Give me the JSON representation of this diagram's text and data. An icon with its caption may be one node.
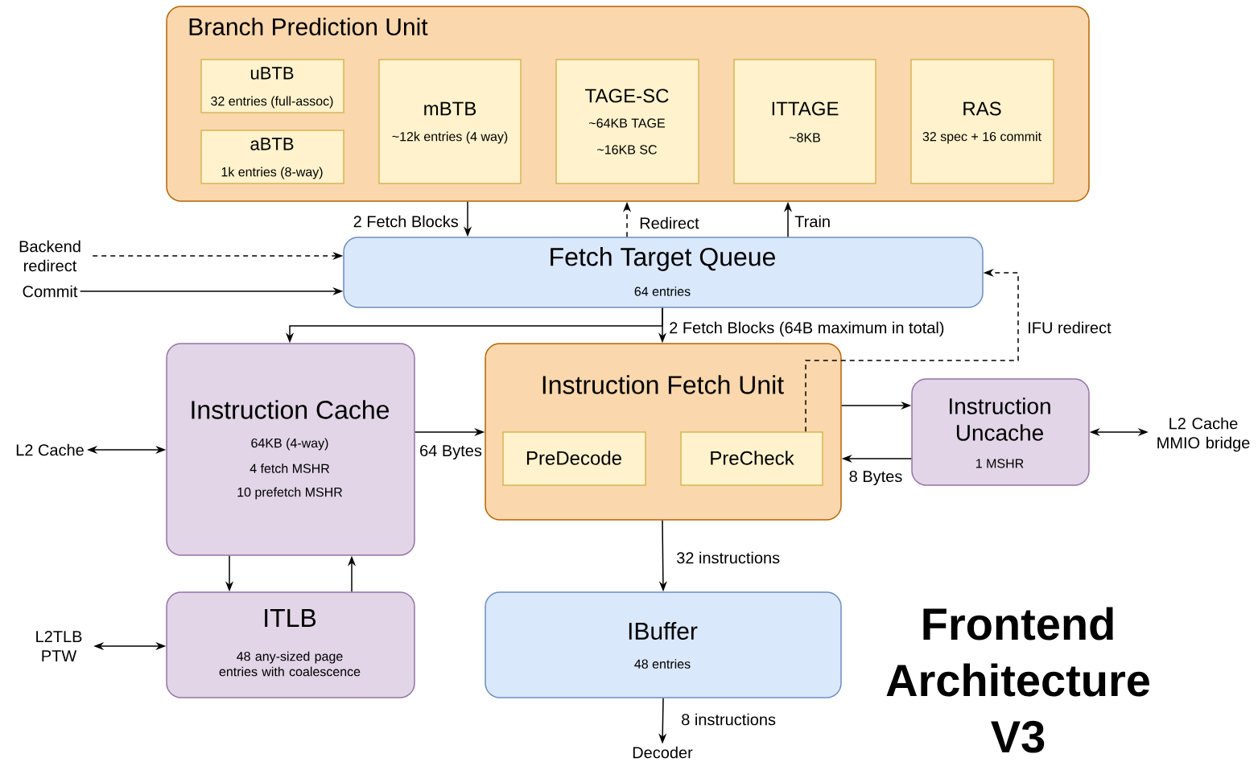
{
  "diagram": {
    "title": "Frontend Architecture V3",
    "nodes": [
      {
        "text": [
          "Branch Prediction Unit"
        ]
      },
      {
        "text": [
          "uBTB",
          "32 entries (full-assoc)"
        ],
        "in": 0
      },
      {
        "text": [
          "aBTB",
          "1k entries (8-way)"
        ],
        "in": 0
      },
      {
        "text": [
          "mBTB",
          "~12k entries (4 way)"
        ],
        "in": 0
      },
      {
        "text": [
          "TAGE-SC",
          "~64KB TAGE",
          "~16KB SC"
        ],
        "in": 0
      },
      {
        "text": [
          "ITTAGE",
          "~8KB"
        ],
        "in": 0
      },
      {
        "text": [
          "RAS",
          "32 spec + 16 commit"
        ],
        "in": 0
      },
      {
        "text": [
          "Fetch Target Queue",
          "64 entries"
        ]
      },
      {
        "text": [
          "Backend redirect"
        ]
      },
      {
        "text": [
          "Commit"
        ]
      },
      {
        "text": [
          "Instruction Cache",
          "64KB (4-way)",
          "4 fetch MSHR",
          "10 prefetch MSHR"
        ]
      },
      {
        "text": [
          "Instruction Fetch Unit"
        ]
      },
      {
        "text": [
          "PreDecode"
        ],
        "in": 11
      },
      {
        "text": [
          "PreCheck"
        ],
        "in": 11
      },
      {
        "text": [
          "Instruction Uncache",
          "1 MSHR"
        ]
      },
      {
        "text": [
          "L2 Cache"
        ]
      },
      {
        "text": [
          "L2 Cache MMIO bridge"
        ]
      },
      {
        "text": [
          "ITLB",
          "48 any-sized page entries with coalescence"
        ]
      },
      {
        "text": [
          "L2TLB PTW"
        ]
      },
      {
        "text": [
          "IBuffer",
          "48 entries"
        ]
      },
      {
        "text": [
          "Decoder"
        ]
      }
    ],
    "edges": [
      {
        "from": 0,
        "to": 7,
        "arrow": "to",
        "label": "2 Fetch Blocks"
      },
      {
        "from": 7,
        "to": 0,
        "arrow": "to",
        "label": "Redirect",
        "style": "dashed"
      },
      {
        "from": 7,
        "to": 0,
        "arrow": "to",
        "label": "Train"
      },
      {
        "from": 8,
        "to": 7,
        "arrow": "to",
        "style": "dashed"
      },
      {
        "from": 9,
        "to": 7,
        "arrow": "to"
      },
      {
        "from": 7,
        "to": 11,
        "arrow": "to",
        "label": "2 Fetch Blocks (64B maximum in total)"
      },
      {
        "from": 7,
        "to": 10,
        "arrow": "to"
      },
      {
        "from": 13,
        "to": 7,
        "arrow": "to",
        "label": "IFU redirect",
        "style": "dashed"
      },
      {
        "from": 10,
        "to": 11,
        "arrow": "to",
        "label": "64 Bytes"
      },
      {
        "from": 11,
        "to": 14,
        "arrow": "to"
      },
      {
        "from": 14,
        "to": 11,
        "arrow": "to",
        "label": "8 Bytes"
      },
      {
        "from": 15,
        "to": 10,
        "arrow": "both"
      },
      {
        "from": 14,
        "to": 16,
        "arrow": "both"
      },
      {
        "from": 10,
        "to": 17,
        "arrow": "to"
      },
      {
        "from": 17,
        "to": 10,
        "arrow": "to"
      },
      {
        "from": 18,
        "to": 17,
        "arrow": "both"
      },
      {
        "from": 11,
        "to": 19,
        "arrow": "to",
        "label": "32 instructions"
      },
      {
        "from": 19,
        "to": 20,
        "arrow": "to",
        "label": "8 instructions"
      }
    ]
  }
}
